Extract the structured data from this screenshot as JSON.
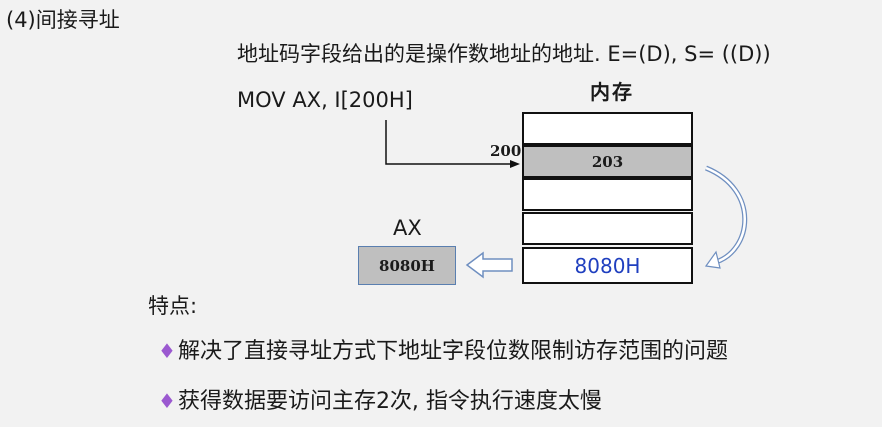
{
  "title": "(4)间接寻址",
  "description": "地址码字段给出的是操作数地址的地址.  E=(D), S= ((D))",
  "instruction": "MOV   AX, I[200H]",
  "memory": {
    "label": "内存",
    "pointer_address": "200",
    "cells": [
      "",
      "203",
      "",
      "",
      "8080H"
    ]
  },
  "register": {
    "name": "AX",
    "value": "8080H"
  },
  "features": {
    "heading": "特点:",
    "bullet_symbol": "♦",
    "items": [
      "解决了直接寻址方式下地址字段位数限制访存范围的问题",
      "获得数据要访问主存2次, 指令执行速度太慢"
    ]
  },
  "colors": {
    "background": "#f2f2f2",
    "shaded_cell": "#bfbfbf",
    "operand_text": "#1f3fbf",
    "bullet": "#9b59d0",
    "curve_arrow": "#6f8fc0"
  }
}
